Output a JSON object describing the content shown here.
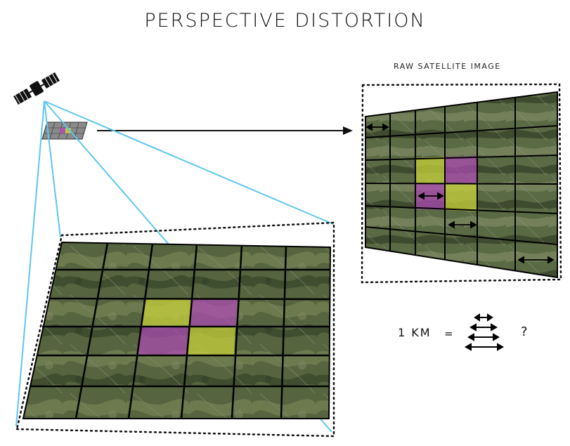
{
  "title": "PERSPECTIVE DISTORTION",
  "raw_image_label": "RAW SATELLITE IMAGE",
  "equation": {
    "lhs": "1 KM",
    "equals": "=",
    "question": "?"
  },
  "colors": {
    "sightline": "#5fc6ee",
    "highlight_yellow": "#c8d23c",
    "highlight_magenta": "#b04ab8",
    "terrain_base": "#4d5d3a",
    "grid_line": "#000000"
  },
  "icons": [
    "satellite-icon",
    "double-arrow-icon"
  ]
}
